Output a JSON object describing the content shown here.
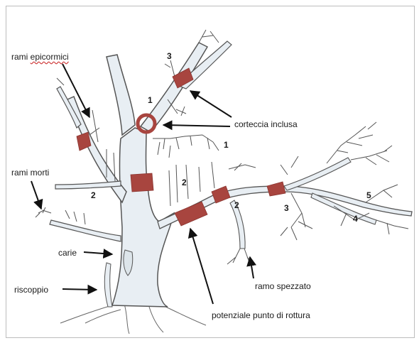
{
  "labels": {
    "rami_epicormici": "rami epicormici",
    "corteccia_inclusa": "corteccia inclusa",
    "rami_morti": "rami morti",
    "carie": "carie",
    "riscoppio": "riscoppio",
    "ramo_spezzato": "ramo spezzato",
    "potenziale_punto_di_rottura": "potenziale punto di rottura"
  },
  "numbers": {
    "n3_top": "3",
    "n1_fork": "1",
    "n1_right": "1",
    "n2_left": "2",
    "n2_center": "2",
    "n2_branch": "2",
    "n3_branch": "3",
    "n5": "5",
    "n4": "4"
  },
  "colors": {
    "wood_fill": "#e8eef3",
    "outline": "#555555",
    "defect": "#a8453f",
    "arrow": "#111111"
  }
}
